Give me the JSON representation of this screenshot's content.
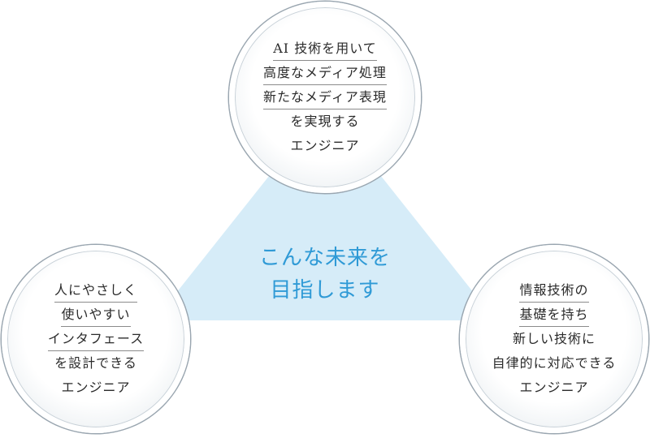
{
  "center": {
    "line1": "こんな未来を",
    "line2": "目指します"
  },
  "top_circle": {
    "lines": [
      "AI 技術を用いて",
      "高度なメディア処理",
      "新たなメディア表現",
      "を実現する",
      "エンジニア"
    ]
  },
  "left_circle": {
    "lines": [
      "人にやさしく",
      "使いやすい",
      "インタフェース",
      "を設計できる",
      "エンジニア"
    ]
  },
  "right_circle": {
    "lines": [
      "情報技術の",
      "基礎を持ち",
      "新しい技術に",
      "自律的に対応できる",
      "エンジニア"
    ]
  },
  "colors": {
    "triangle": "#d6ecf8",
    "center_text": "#2f9ad6",
    "circle_border": "#9aa6b0",
    "body_text": "#2b2b2b"
  }
}
